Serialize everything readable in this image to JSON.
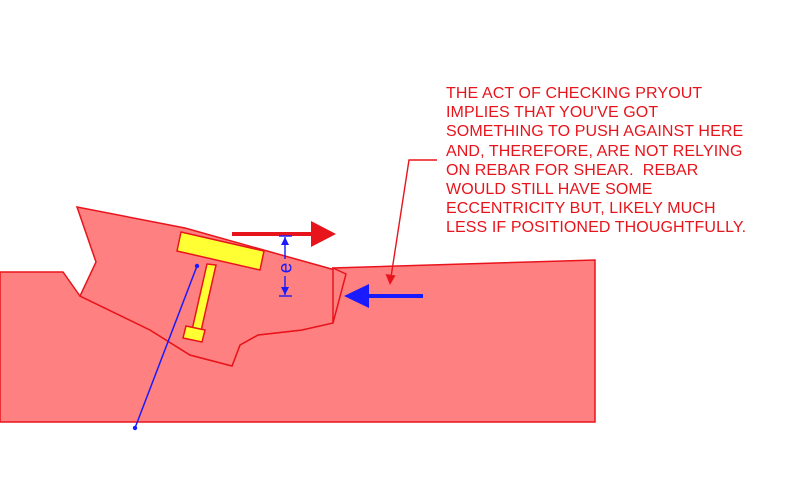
{
  "note": {
    "lines": [
      "THE ACT OF CHECKING PRYOUT",
      "IMPLIES THAT YOU'VE GOT",
      "SOMETHING TO PUSH AGAINST HERE",
      "AND, THEREFORE, ARE NOT RELYING",
      "ON REBAR FOR SHEAR.  REBAR",
      "WOULD STILL HAVE SOME",
      "ECCENTRICITY BUT, LIKELY MUCH",
      "LESS IF POSITIONED THOUGHTFULLY."
    ]
  },
  "dimension": {
    "label": "e"
  },
  "colors": {
    "concrete_fill": "#ff8080",
    "concrete_stroke": "#e8141c",
    "plate_fill": "#ffff33",
    "load_arrow": "#e8141c",
    "reaction_arrow": "#1a1aff",
    "dimension": "#1a1aff",
    "rebar": "#1a1aff",
    "note_text": "#e8141c"
  },
  "icons": {
    "applied_load": "arrow-right-icon",
    "reaction": "arrow-left-icon"
  }
}
